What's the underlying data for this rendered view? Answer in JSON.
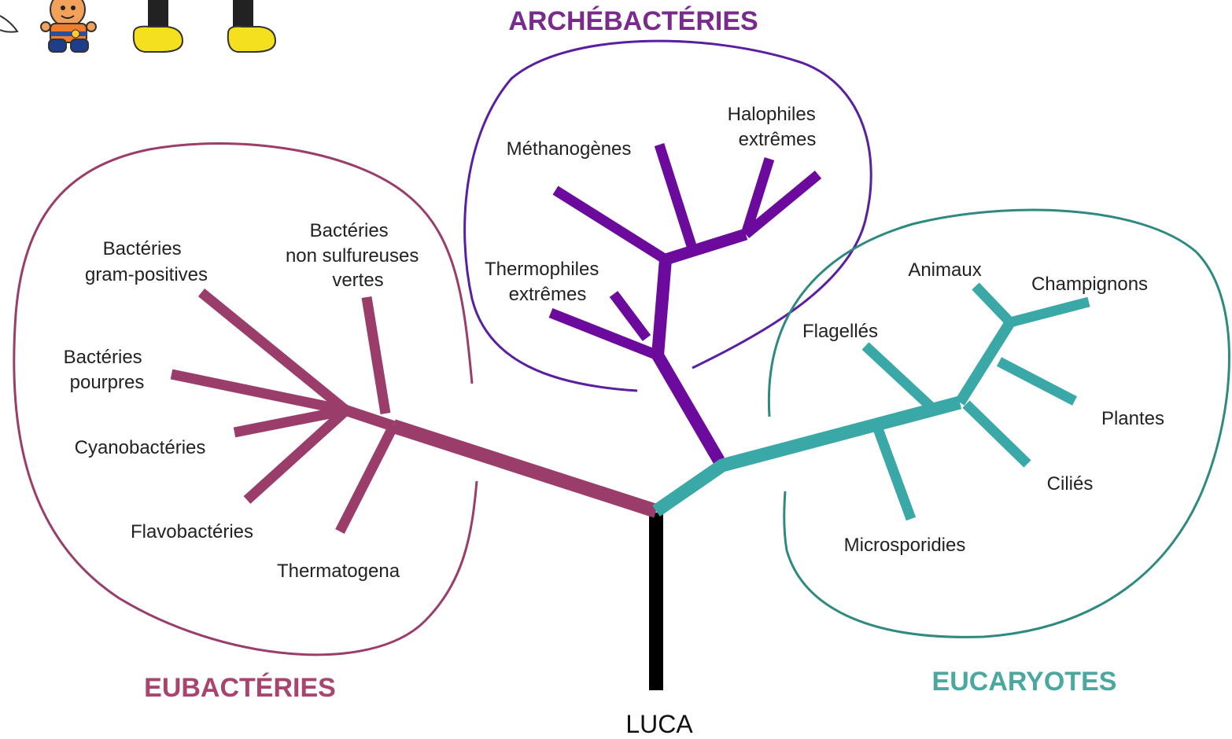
{
  "colors": {
    "eubacteria": "#9a3d6a",
    "archaea": "#6b0a9c",
    "eukaryotes": "#3aa8a6",
    "eukaryotes_outline": "#2e8a80",
    "archaea_outline": "#5a1ea0",
    "eubacteria_outline": "#9a3d6a",
    "root": "#000000"
  },
  "root": {
    "label": "LUCA"
  },
  "domains": {
    "eubacteria": {
      "title": "EUBACTÉRIES",
      "groups": [
        {
          "lines": [
            "Bactéries",
            "gram-positives"
          ]
        },
        {
          "lines": [
            "Bactéries",
            "non sulfureuses",
            "vertes"
          ]
        },
        {
          "lines": [
            "Bactéries",
            "pourpres"
          ]
        },
        {
          "lines": [
            "Cyanobactéries"
          ]
        },
        {
          "lines": [
            "Flavobactéries"
          ]
        },
        {
          "lines": [
            "Thermatogena"
          ]
        }
      ]
    },
    "archaea": {
      "title": "ARCHÉBACTÉRIES",
      "groups": [
        {
          "lines": [
            "Méthanogènes"
          ]
        },
        {
          "lines": [
            "Halophiles",
            "extrêmes"
          ]
        },
        {
          "lines": [
            "Thermophiles",
            "extrêmes"
          ]
        }
      ]
    },
    "eukaryotes": {
      "title": "EUCARYOTES",
      "groups": [
        {
          "lines": [
            "Animaux"
          ]
        },
        {
          "lines": [
            "Champignons"
          ]
        },
        {
          "lines": [
            "Flagellés"
          ]
        },
        {
          "lines": [
            "Plantes"
          ]
        },
        {
          "lines": [
            "Ciliés"
          ]
        },
        {
          "lines": [
            "Microsporidies"
          ]
        }
      ]
    }
  },
  "decoration": {
    "character": "cartoon-character"
  }
}
